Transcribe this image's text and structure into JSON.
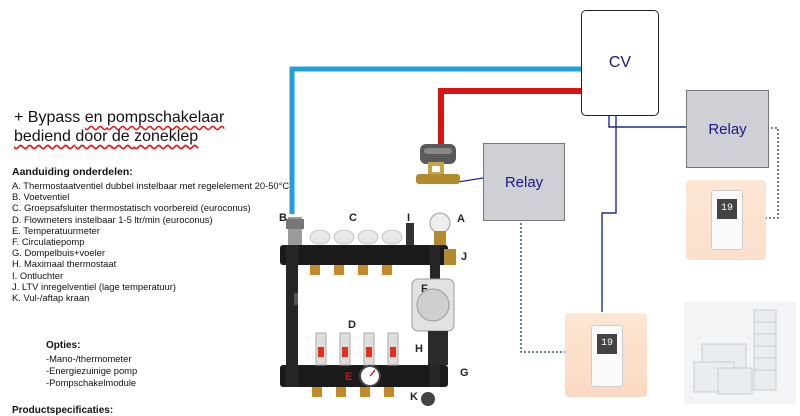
{
  "bypass_note": {
    "line1": "+ Bypass en pompschakelaar",
    "line2": "bediend door de zoneklep"
  },
  "parts": {
    "title": "Aanduiding onderdelen:",
    "items": [
      "A. Thermostaatventiel dubbel instelbaar met regelelement 20-50°C",
      "B. Voetventiel",
      "C. Groepsafsluiter thermostatisch voorbereid (euroconus)",
      "D. Flowmeters instelbaar 1-5 ltr/min (euroconus)",
      "E. Temperatuurmeter",
      "F. Circulatiepomp",
      "G. Dompelbuis+voeler",
      "H. Maximaal thermostaat",
      "I. Ontluchter",
      "J. LTV inregelventiel (lage temperatuur)",
      "K. Vul-/aftap kraan"
    ]
  },
  "options": {
    "title": "Opties:",
    "items": [
      "-Mano-/thermometer",
      "-Energiezuinige pomp",
      "-Pompschakelmodule"
    ]
  },
  "spec_title": "Productspecificaties:",
  "boxes": {
    "cv": "CV",
    "relay_left": "Relay",
    "relay_right": "Relay"
  },
  "manifold_labels": {
    "A": "A",
    "B": "B",
    "C": "C",
    "D": "D",
    "E": "E",
    "F": "F",
    "G": "G",
    "H": "H",
    "I": "I",
    "J": "J",
    "K": "K"
  },
  "thermostat_display": "19",
  "colors": {
    "supply_pipe": "#d81515",
    "return_pipe": "#1ea0dc",
    "wire": "#1b2f8c",
    "relay_fill": "#cfcfd6",
    "manifold": "#1b1b1b"
  }
}
